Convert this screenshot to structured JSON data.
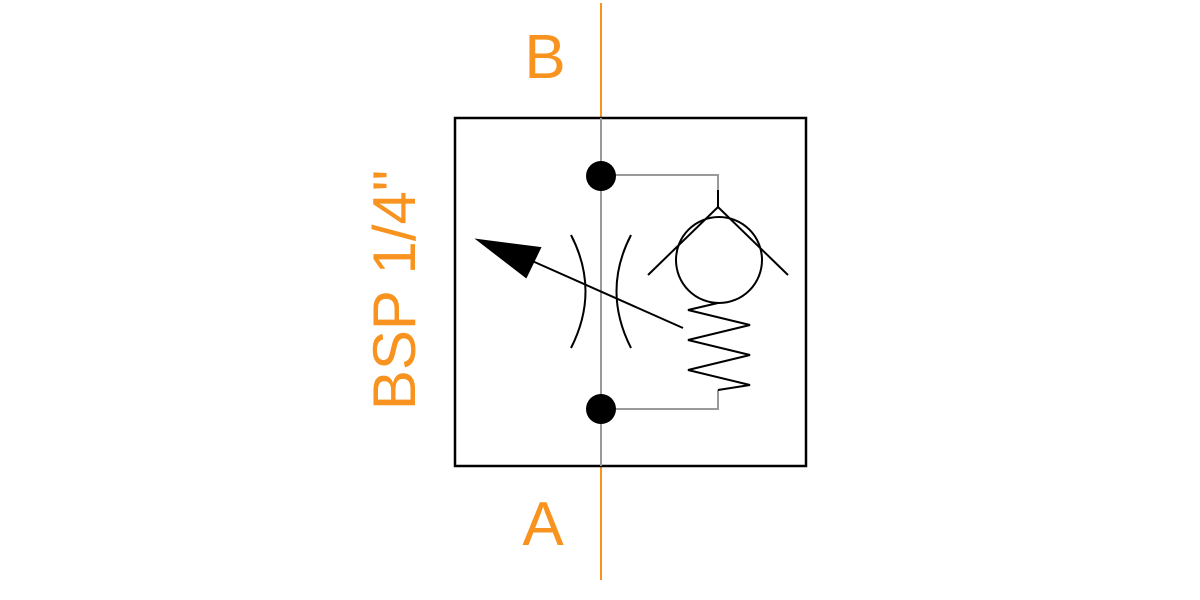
{
  "diagram": {
    "port_top_label": "B",
    "port_bottom_label": "A",
    "connection_label": "BSP 1/4\"",
    "colors": {
      "label": "#f7931e",
      "port_line": "#f7931e",
      "internal_line": "#999999",
      "symbol": "#000000"
    },
    "symbols": [
      "adjustable-throttle-icon",
      "check-valve-icon",
      "spring-icon"
    ]
  }
}
